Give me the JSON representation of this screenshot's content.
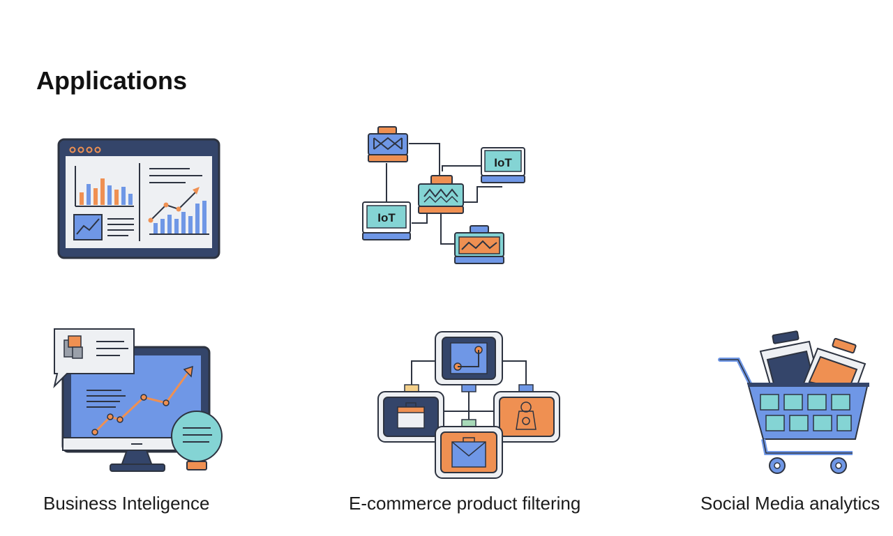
{
  "heading": "Applications",
  "iot_labels": {
    "top_right": "IoT",
    "left": "IoT"
  },
  "captions": {
    "business_intelligence": "Business Inteligence",
    "ecommerce": "E-commerce product filtering",
    "social_media": "Social Media analytics"
  },
  "colors": {
    "navy": "#34456a",
    "blue": "#6f97e6",
    "orange": "#ef9052",
    "teal": "#84d4d4",
    "light_gray": "#eef0f3",
    "outline": "#2d3340"
  },
  "icons": [
    "dashboard-monitor-icon",
    "iot-network-icon",
    "analytics-monitor-chat-icon",
    "product-network-icon",
    "shopping-cart-icon"
  ]
}
